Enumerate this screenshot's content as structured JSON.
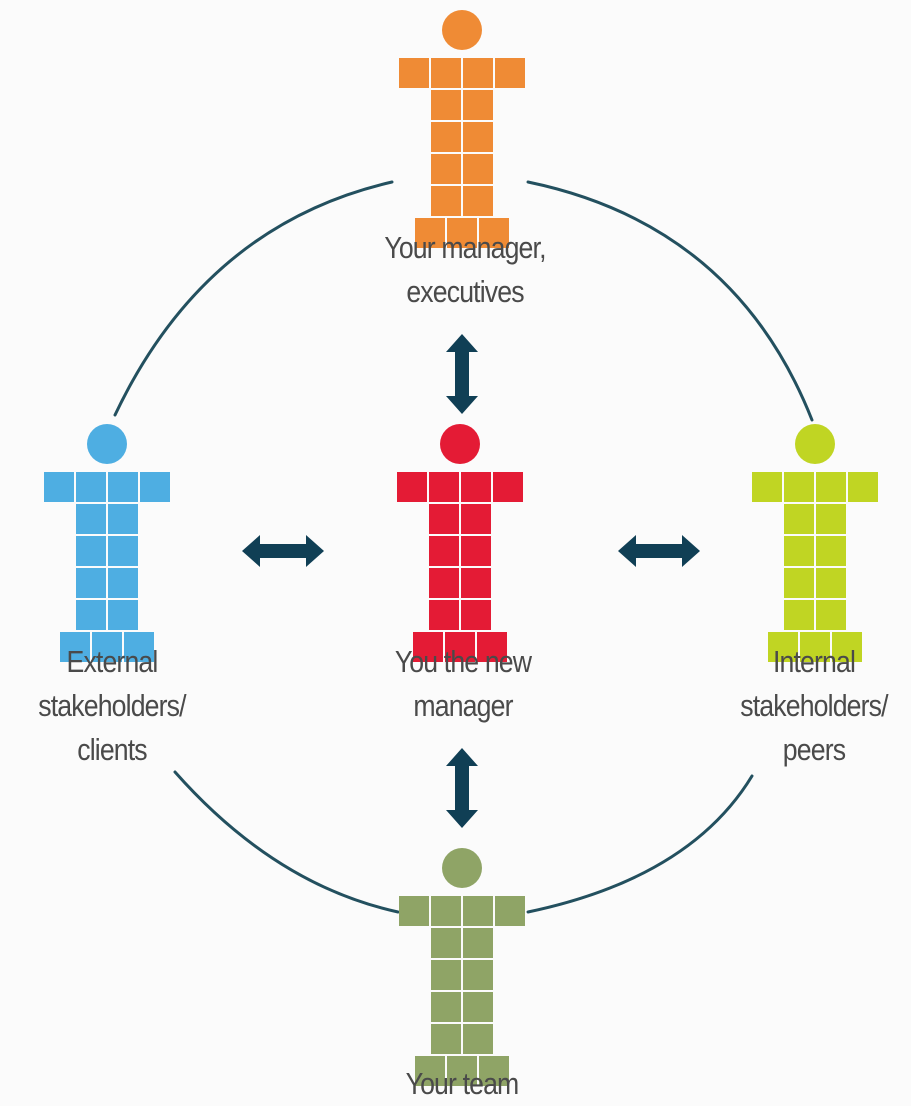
{
  "diagram": {
    "people": [
      {
        "id": "manager",
        "label_lines": [
          "Your manager,",
          "executives"
        ],
        "color": "#ef8b35"
      },
      {
        "id": "you",
        "label_lines": [
          "You the new",
          "manager"
        ],
        "color": "#e41b35"
      },
      {
        "id": "external",
        "label_lines": [
          "External",
          "stakeholders/",
          "clients"
        ],
        "color": "#4eaee2"
      },
      {
        "id": "internal",
        "label_lines": [
          "Internal",
          "stakeholders/",
          "peers"
        ],
        "color": "#c0d523"
      },
      {
        "id": "team",
        "label_lines": [
          "Your team"
        ],
        "color": "#8fa466"
      }
    ],
    "ring_color": "#23505f",
    "arrow_color": "#103f55",
    "background": "#fbfbfb"
  }
}
